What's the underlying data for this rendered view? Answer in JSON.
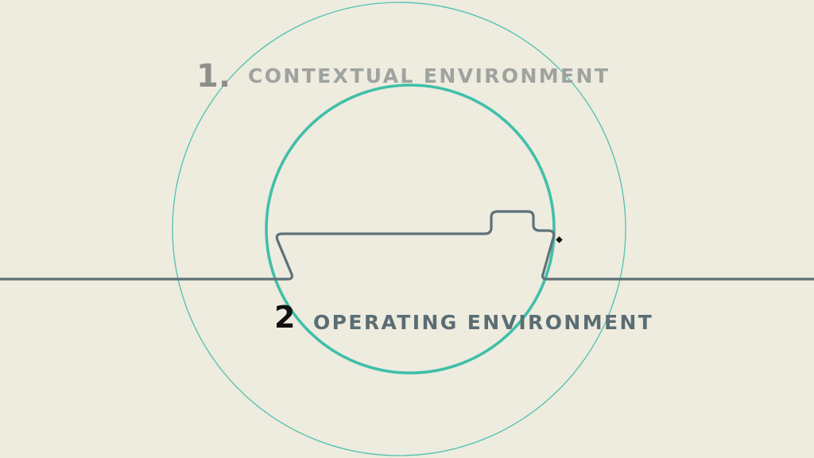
{
  "labels": {
    "contextual": {
      "number": "1.",
      "text": "CONTEXTUAL ENVIRONMENT"
    },
    "operating": {
      "number": "2",
      "text": "OPERATING ENVIRONMENT"
    }
  },
  "colors": {
    "background": "#eeebdf",
    "outer_ring": "#4fc2b0",
    "inner_ring": "#3fbfa9",
    "ship_line": "#5d7278",
    "contextual_number": "#8e8f8a",
    "contextual_text": "#9ea39f",
    "operating_number": "#111111",
    "operating_text": "#5b6d73",
    "marker": "#111111"
  },
  "icons": {
    "ship": "ship-hull-outline",
    "marker": "diamond-marker"
  }
}
